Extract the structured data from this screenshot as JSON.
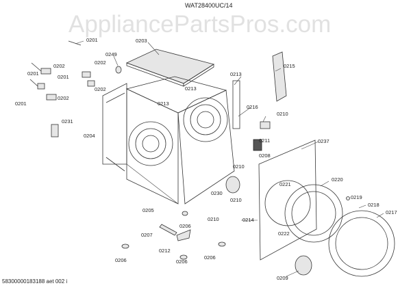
{
  "header": {
    "model": "WAT28400UC/14"
  },
  "watermark": "AppliancePartsPros.com",
  "footer": {
    "code": "5830000018318​8 aet 002 i"
  },
  "labels": {
    "l0203": "0203",
    "l0249": "0249",
    "l0201a": "0201",
    "l0202a": "0202",
    "l0201b": "0201",
    "l0202b": "0202",
    "l0201c": "0201",
    "l0202c": "0202",
    "l0201d": "0201",
    "l0202d": "0202",
    "l0231": "0231",
    "l0204": "0204",
    "l0213a": "0213",
    "l0213b": "0213",
    "l0213c": "0213",
    "l0215": "0215",
    "l0216": "0216",
    "l0210a": "0210",
    "l0211": "0211",
    "l0208": "0208",
    "l0237": "0237",
    "l0210b": "0210",
    "l0230": "0230",
    "l0210c": "0210",
    "l0221": "0221",
    "l0220": "0220",
    "l0219": "0219",
    "l0218": "0218",
    "l0217": "0217",
    "l0205": "0205",
    "l0206a": "0206",
    "l0210d": "0210",
    "l0214": "0214",
    "l0222": "0222",
    "l0207": "0207",
    "l0212": "0212",
    "l0206b": "0206",
    "l0206c": "0206",
    "l0206d": "0206",
    "l0209": "0209"
  }
}
